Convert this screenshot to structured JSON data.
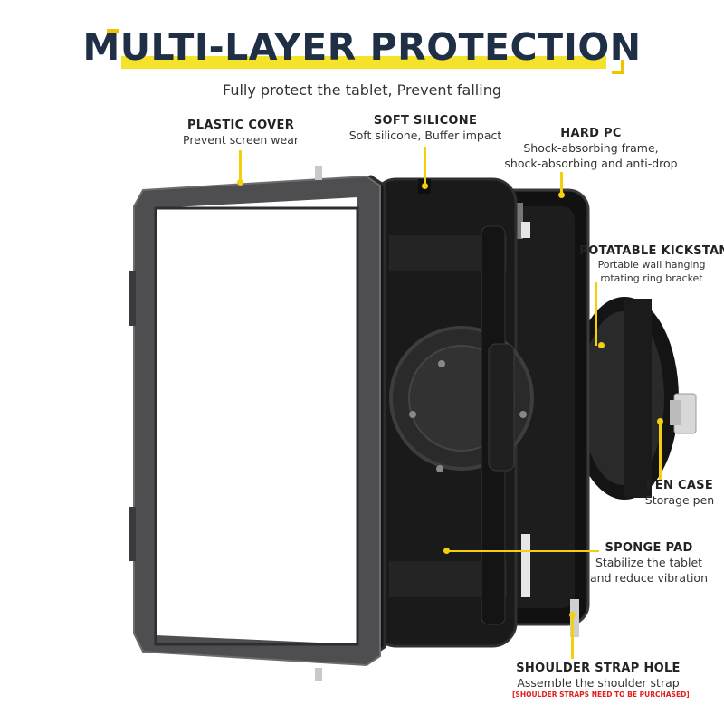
{
  "title": "MULTI-LAYER PROTECTION",
  "subtitle": "Fully protect the tablet, Prevent falling",
  "colors": {
    "title": "#1f2f46",
    "accent_yellow": "#f2d10c",
    "warning_red": "#e02020",
    "case_black": "#1c1c1c",
    "frame_gray": "#5a5a5c"
  },
  "callouts": {
    "plastic_cover": {
      "heading": "PLASTIC COVER",
      "desc": "Prevent screen wear"
    },
    "soft_silicone": {
      "heading": "SOFT SILICONE",
      "desc": "Soft silicone, Buffer impact"
    },
    "hard_pc": {
      "heading": "HARD PC",
      "desc1": "Shock-absorbing frame,",
      "desc2": "shock-absorbing and anti-drop"
    },
    "kickstand": {
      "heading": "ROTATABLE KICKSTAND",
      "desc1": "Portable wall hanging",
      "desc2": "rotating ring bracket"
    },
    "pen_case": {
      "heading": "PEN CASE",
      "desc": "Storage pen"
    },
    "sponge_pad": {
      "heading": "SPONGE PAD",
      "desc1": "Stabilize the tablet",
      "desc2": "and reduce vibration"
    },
    "strap_hole": {
      "heading": "SHOULDER STRAP HOLE",
      "desc": "Assemble the shoulder strap",
      "note": "[SHOULDER STRAPS NEED TO BE PURCHASED]"
    }
  }
}
